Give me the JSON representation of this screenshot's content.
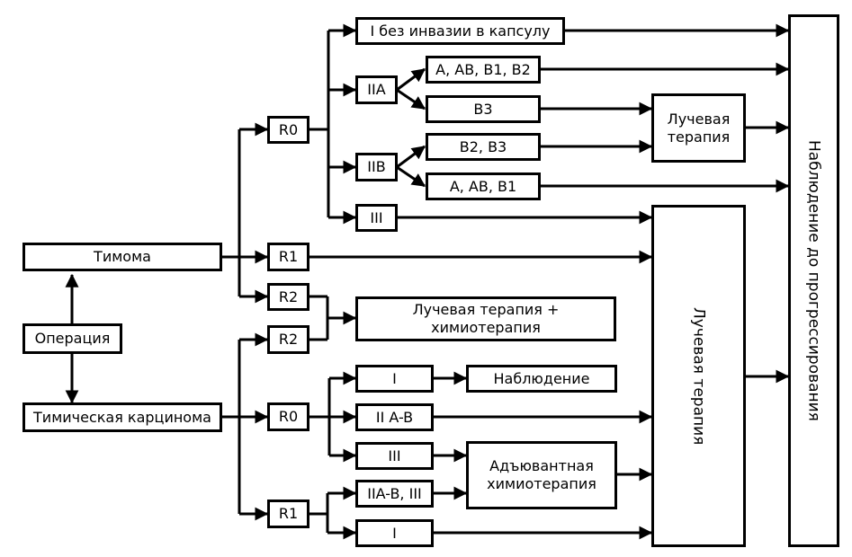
{
  "nodes": {
    "thymoma": "Тимома",
    "operation": "Операция",
    "carcinoma": "Тимическая карцинома",
    "t_r0": "R0",
    "t_r1": "R1",
    "t_r2": "R2",
    "c_r2": "R2",
    "c_r0": "R0",
    "c_r1": "R1",
    "t_i_noinv": "I без инвазии в капсулу",
    "t_iia": "IIA",
    "t_iib": "IIB",
    "t_iii": "III",
    "iia_a": "A, AB, B1, B2",
    "iia_b3": "B3",
    "iib_b2": "B2, B3",
    "iib_a": "A, AB, B1",
    "rt_small": "Лучевая\nтерапия",
    "rt_chemo": "Лучевая терапия +\nхимиотерапия",
    "c_i": "I",
    "c_iiab": "II A-B",
    "c_iii": "III",
    "observe": "Наблюдение",
    "adj_chemo": "Адъювантная\nхимиотерапия",
    "c_r1_iiab_iii": "IIA-B, III",
    "c_r1_i": "I",
    "rt_big": "Лучевая терапия",
    "observe_prog": "Наблюдение до прогрессирования"
  }
}
